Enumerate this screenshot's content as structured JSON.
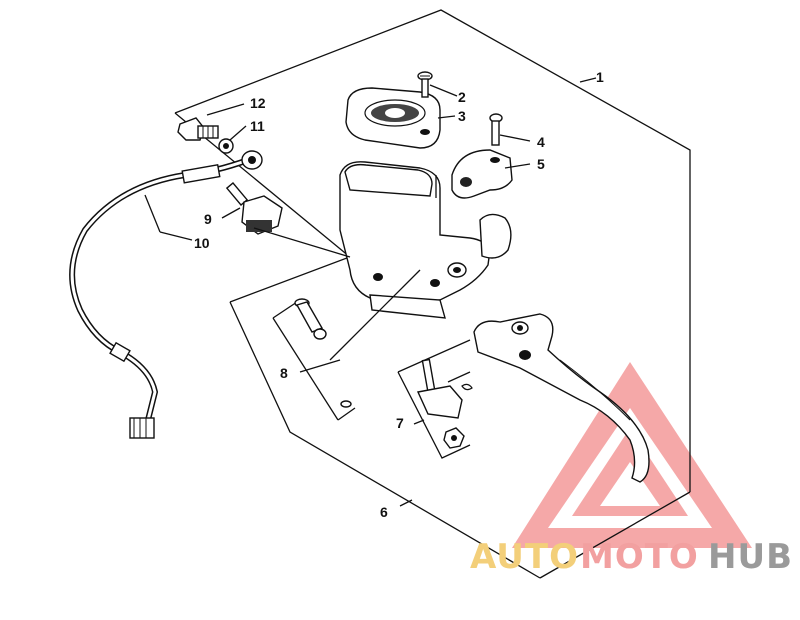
{
  "callouts": [
    {
      "id": "1",
      "label": "1"
    },
    {
      "id": "2",
      "label": "2"
    },
    {
      "id": "3",
      "label": "3"
    },
    {
      "id": "4",
      "label": "4"
    },
    {
      "id": "5",
      "label": "5"
    },
    {
      "id": "6",
      "label": "6"
    },
    {
      "id": "7",
      "label": "7"
    },
    {
      "id": "8",
      "label": "8"
    },
    {
      "id": "9",
      "label": "9"
    },
    {
      "id": "10",
      "label": "10"
    },
    {
      "id": "11",
      "label": "11"
    },
    {
      "id": "12",
      "label": "12"
    }
  ],
  "watermark": {
    "part1": "AUTO",
    "part2": "MOTO",
    "part3": "HUB",
    "colors": {
      "auto": "#f3cf7a",
      "moto": "#f2a0a0",
      "hub": "#9a9a9a",
      "triangle": "#f28b8b"
    }
  }
}
